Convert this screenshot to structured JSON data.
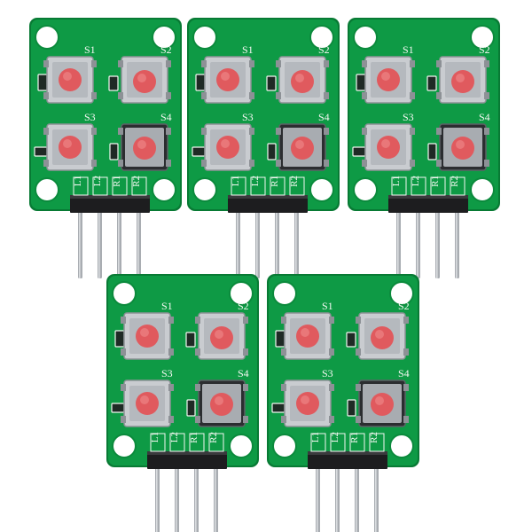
{
  "colors": {
    "background": "#ffffff",
    "pcb": "#0e9a45",
    "pcb_edge": "#087a34",
    "button_cap": "#e05a5e",
    "switch_body": "#c9ccd0",
    "switch_dark": "#2b2d30",
    "silkscreen": "#f4f8f2",
    "header_black": "#1d1d1f",
    "pin_metal": "#a9adb2"
  },
  "board": {
    "switch_labels": [
      "S1",
      "S2",
      "S3",
      "S4"
    ],
    "pin_labels": [
      "L1",
      "L2",
      "R1",
      "R2"
    ]
  },
  "modules": [
    {
      "id": "module-top-left"
    },
    {
      "id": "module-top-center"
    },
    {
      "id": "module-top-right"
    },
    {
      "id": "module-bottom-left"
    },
    {
      "id": "module-bottom-right"
    }
  ]
}
